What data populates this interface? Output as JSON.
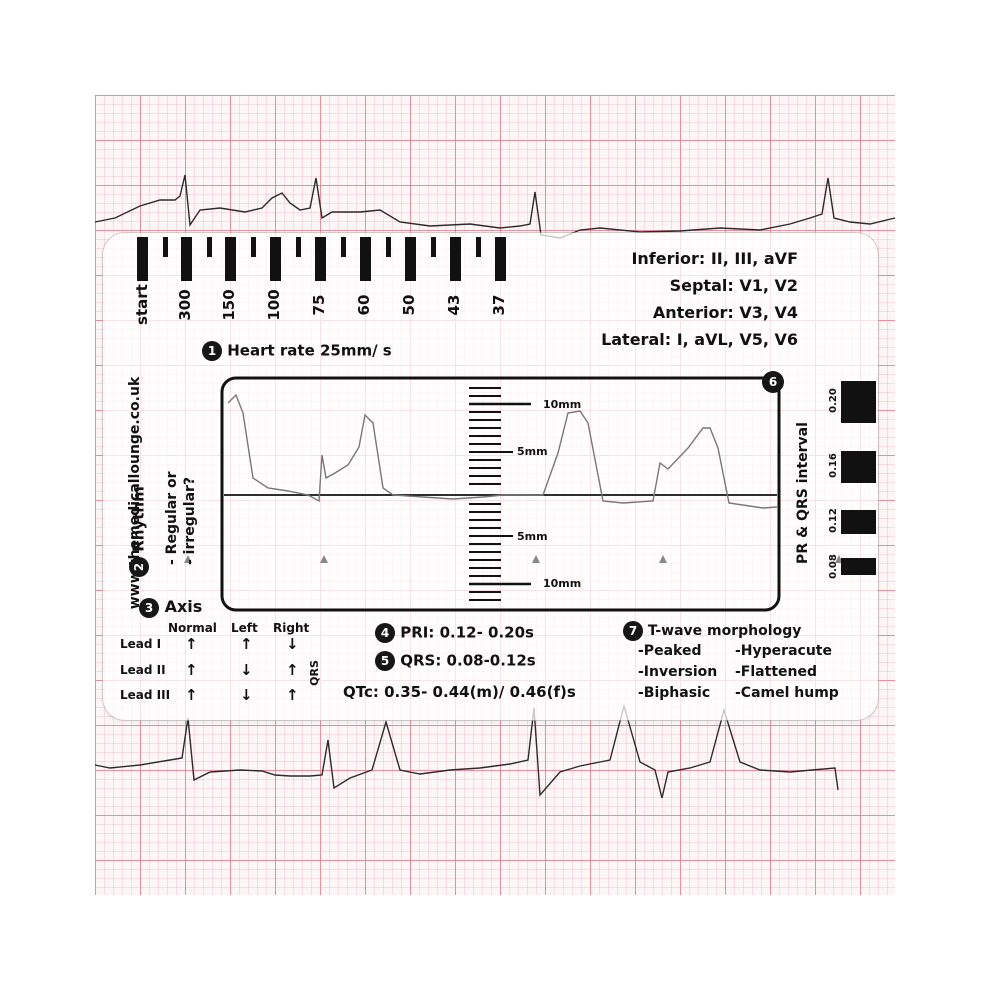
{
  "card": {
    "website": "www.themedicallounge.co.uk",
    "ruler": {
      "start_label": "start",
      "heart_rates": [
        "300",
        "150",
        "100",
        "75",
        "60",
        "50",
        "43",
        "37"
      ]
    },
    "regions": [
      "Inferior: II, III, aVF",
      "Septal: V1, V2",
      "Anterior: V3, V4",
      "Lateral: I, aVL, V5, V6"
    ],
    "steps": {
      "s1": {
        "num": "1",
        "text": "Heart rate 25mm/ s"
      },
      "s2": {
        "num": "2",
        "title": "Rhythm",
        "line1": "- Regular or",
        "line2": "- irregular?"
      },
      "s3": {
        "num": "3",
        "title": "Axis"
      },
      "s4": {
        "num": "4",
        "text": "PRI: 0.12- 0.20s"
      },
      "s5": {
        "num": "5",
        "text": "QRS: 0.08-0.12s"
      },
      "s6": {
        "num": "6"
      },
      "s7": {
        "num": "7",
        "title": "T-wave morphology"
      }
    },
    "axis": {
      "headers": [
        "Normal",
        "Left",
        "Right"
      ],
      "leads": [
        "Lead I",
        "Lead II",
        "Lead III"
      ],
      "qrs_label": "QRS",
      "arrows": [
        [
          "↑",
          "↑",
          "↓"
        ],
        [
          "↑",
          "↓",
          "↑"
        ],
        [
          "↑",
          "↓",
          "↑"
        ]
      ]
    },
    "qtc": "QTc: 0.35- 0.44(m)/ 0.46(f)s",
    "twave_items": {
      "left": [
        "-Peaked",
        "-Inversion",
        "-Biphasic"
      ],
      "right": [
        "-Hyperacute",
        "-Flattened",
        "-Camel hump"
      ]
    },
    "scale_labels": {
      "top10": "10mm",
      "top5": "5mm",
      "bottom5": "5mm",
      "bottom10": "10mm"
    },
    "interval": {
      "title": "PR & QRS interval",
      "labels": [
        "0.20",
        "0.16",
        "0.12",
        "0.08"
      ]
    }
  }
}
